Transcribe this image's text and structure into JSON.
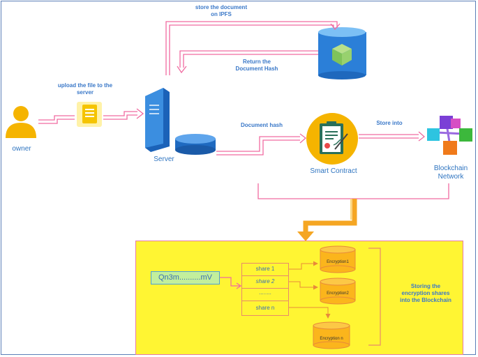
{
  "labels": {
    "store_ipfs": "store the document\non IPFS",
    "return_hash": "Return the\nDocument Hash",
    "upload": "upload the file to the\nserver",
    "doc_hash": "Document hash",
    "store_into": "Store into",
    "storing_shares": "Storing the\nencryption shares\ninto the Blockchain"
  },
  "nodes": {
    "owner": "owner",
    "server": "Server",
    "smart_contract": "Smart Contract",
    "blockchain": "Blockchain\nNetwork"
  },
  "hash_value": "Qn3m..........mV",
  "shares": [
    "share 1",
    "share 2",
    "........",
    "share n"
  ],
  "encryptions": [
    "Encryption1",
    "Encryption2",
    "Encryption n"
  ],
  "colors": {
    "arrow": "#f06aa0",
    "label": "#3a78c8",
    "yellow_panel": "#fff533",
    "orange_arrow": "#f5a623"
  }
}
